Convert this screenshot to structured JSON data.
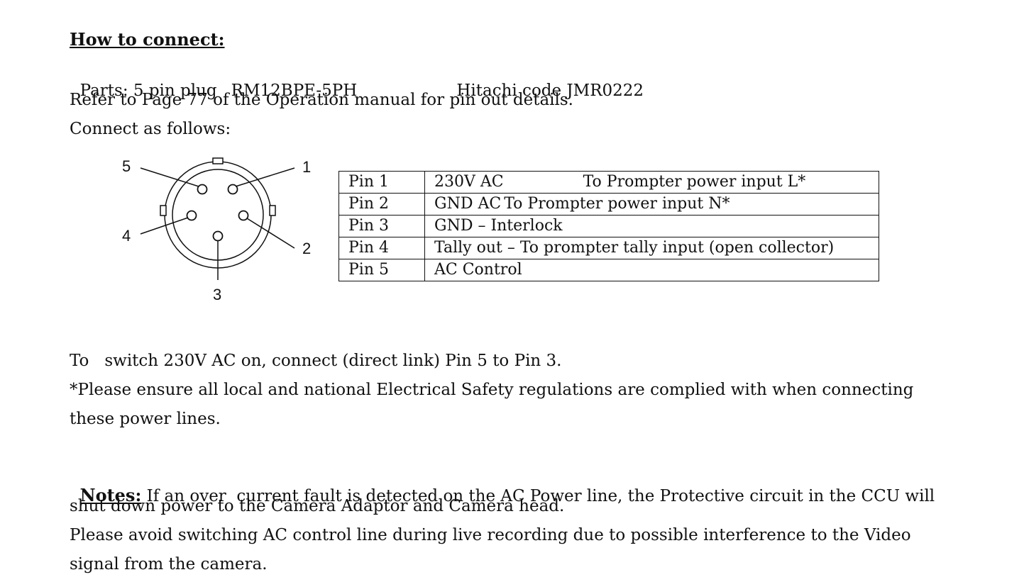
{
  "heading": "How to connect:",
  "parts": {
    "prefix": "Parts: 5 pin plug",
    "part_number": "RM12BPE-5PH",
    "hitachi_code": "Hitachi code JMR0222"
  },
  "refer_line": "Refer to Page 77 of the Operation manual for pin out details.",
  "connect_line": "Connect as follows:",
  "diagram_labels": [
    "1",
    "2",
    "3",
    "4",
    "5"
  ],
  "pin_table": [
    {
      "pin": "Pin 1",
      "desc_a": "230V AC",
      "desc_b": "To Prompter power input L*"
    },
    {
      "pin": "Pin 2",
      "desc_a": "GND AC",
      "desc_b": "To Prompter power input N*"
    },
    {
      "pin": "Pin 3",
      "desc_a": "GND – Interlock",
      "desc_b": ""
    },
    {
      "pin": "Pin 4",
      "desc_a": "Tally out – To prompter tally input (open collector)",
      "desc_b": ""
    },
    {
      "pin": "Pin 5",
      "desc_a": "AC Control",
      "desc_b": ""
    }
  ],
  "switch_line": "To   switch 230V AC on, connect (direct link) Pin 5 to Pin 3.",
  "safety_line_1": "*Please ensure all local and national Electrical Safety regulations are complied with when connecting",
  "safety_line_2": "these power lines.",
  "notes": {
    "label": "Notes:",
    "line_1": " If an over  current fault is detected on the AC Power line, the Protective circuit in the CCU will",
    "line_2": "shut down power to the Camera Adaptor and Camera head.",
    "line_3": "Please avoid switching AC control line during live recording due to possible interference to the Video",
    "line_4": "signal from the camera."
  }
}
